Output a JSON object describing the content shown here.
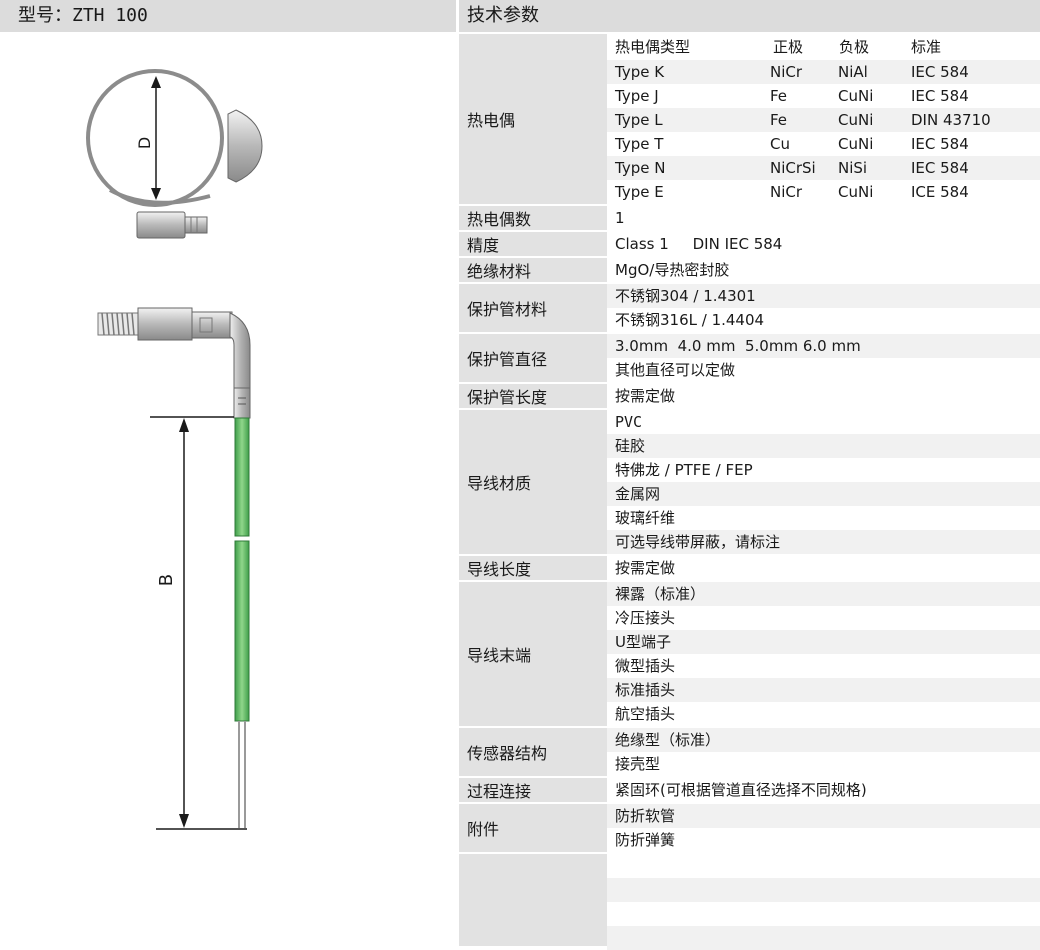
{
  "left_header": {
    "label": "型号：ZTH 100"
  },
  "right_header": {
    "title": "技术参数"
  },
  "drawing": {
    "dim_d": "D",
    "dim_b": "B"
  },
  "table_header": [
    "热电偶类型",
    "正极",
    "负极",
    "标准"
  ],
  "thermocouple": {
    "label": "热电偶",
    "rows": [
      [
        "Type K",
        "NiCr",
        "NiAl",
        "IEC 584"
      ],
      [
        "Type J",
        "Fe",
        "CuNi",
        "IEC 584"
      ],
      [
        "Type L",
        "Fe",
        "CuNi",
        "DIN 43710"
      ],
      [
        "Type T",
        "Cu",
        "CuNi",
        "IEC 584"
      ],
      [
        "Type N",
        "NiCrSi",
        "NiSi",
        "IEC 584"
      ],
      [
        "Type E",
        "NiCr",
        "CuNi",
        "ICE 584"
      ]
    ]
  },
  "specs": [
    {
      "label": "热电偶数",
      "values": [
        "1"
      ]
    },
    {
      "label": "精度",
      "values": [
        "Class 1     DIN IEC 584"
      ]
    },
    {
      "label": "绝缘材料",
      "values": [
        "MgO/导热密封胶"
      ]
    },
    {
      "label": "保护管材料",
      "values": [
        "不锈钢304 / 1.4301",
        "不锈钢316L / 1.4404"
      ]
    },
    {
      "label": "保护管直径",
      "values": [
        "3.0mm  4.0 mm  5.0mm 6.0 mm",
        "其他直径可以定做"
      ]
    },
    {
      "label": "保护管长度",
      "values": [
        "按需定做"
      ]
    },
    {
      "label": "导线材质",
      "values": [
        "PVC",
        "硅胶",
        "特佛龙 / PTFE / FEP",
        "金属网",
        "玻璃纤维",
        "可选导线带屏蔽，请标注"
      ]
    },
    {
      "label": "导线长度",
      "values": [
        "按需定做"
      ]
    },
    {
      "label": "导线末端",
      "values": [
        "裸露（标准）",
        "冷压接头",
        "U型端子",
        "微型插头",
        "标准插头",
        "航空插头"
      ]
    },
    {
      "label": "传感器结构",
      "values": [
        "绝缘型（标准）",
        "接壳型"
      ]
    },
    {
      "label": "过程连接",
      "values": [
        "紧固环(可根据管道直径选择不同规格)"
      ]
    },
    {
      "label": "附件",
      "values": [
        "防折软管",
        "防折弹簧"
      ]
    }
  ]
}
